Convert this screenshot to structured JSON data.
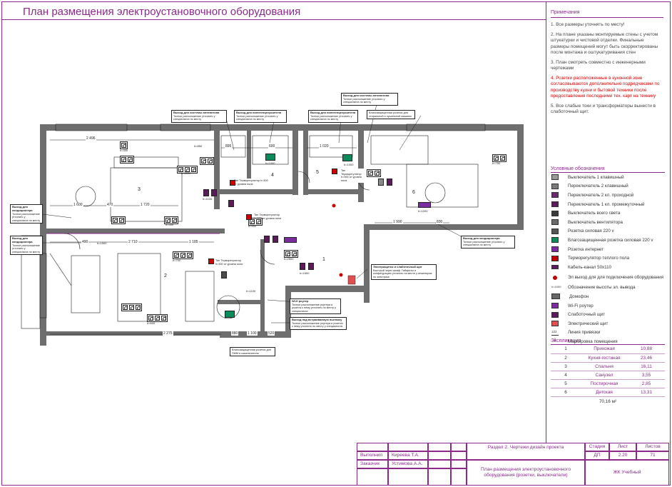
{
  "page": {
    "title": "План размещения электроустановочного оборудования"
  },
  "notes": {
    "heading": "Примечания",
    "items": [
      {
        "text": "1. Все размеры уточнять по месту!",
        "warn": false
      },
      {
        "text": "2. На плане указаны монтируемые стены с учетом штукатурки и чистовой отделки. Финальные размеры помещений могут быть скорректированы после монтажа и оштукатуривания стен",
        "warn": false
      },
      {
        "text": "3. План смотреть совместно с инженерными чертежами",
        "warn": false
      },
      {
        "text": "4. Розетки расположенные в кухонной зоне согласовываются дополнительно подрядчиками по производству кухни и бытовой техники после предоставления последними тех. карт на технику",
        "warn": true
      },
      {
        "text": "5. Все слабые токи и трансформаторы вынести в слаботочный щит.",
        "warn": false
      }
    ]
  },
  "legend": {
    "heading": "Условные обозначения",
    "items": [
      {
        "label": "Выключатель 1 клавишный",
        "icon": "switch-1-icon",
        "color": "#9a9a9a"
      },
      {
        "label": "Переключатель 2 клавишный",
        "icon": "switch-2-icon",
        "color": "#7a7a7a"
      },
      {
        "label": "Переключатель 2 кл. проходной",
        "icon": "passthrough-switch-icon",
        "color": "#6b2a6b"
      },
      {
        "label": "Переключатель 1 кл. промежуточный",
        "icon": "intermediate-switch-icon",
        "color": "#5c1a5c"
      },
      {
        "label": "Выключатель всего света",
        "icon": "master-switch-icon",
        "color": "#3a3a3a"
      },
      {
        "label": "Выключатель вентилятора",
        "icon": "fan-switch-icon",
        "color": "#6a6a6a"
      },
      {
        "label": "Розетка силовая 220 v",
        "icon": "socket-icon",
        "color": "#555555"
      },
      {
        "label": "Влагозащищенная розетка силовая 220 v",
        "icon": "wet-socket-icon",
        "color": "#0b8a5a"
      },
      {
        "label": "Розетка интернет",
        "icon": "internet-socket-icon",
        "color": "#7b2c9e"
      },
      {
        "label": "Терморегулятор теплого пола",
        "icon": "thermostat-icon",
        "color": "#c00000"
      },
      {
        "label": "Кабель-канал 50х110",
        "icon": "cable-channel-icon",
        "color": "#5c1a5c"
      },
      {
        "label": "Эл выход для для подключения оборудования",
        "icon": "power-outlet-point-icon",
        "color": "#c00000"
      },
      {
        "label": "Обозначение высоты эл. вывода",
        "icon": "height-mark-icon",
        "color": "#333333"
      },
      {
        "label": "Домофон",
        "icon": "intercom-icon",
        "color": "#666666"
      },
      {
        "label": "Wi-Fi роутер",
        "icon": "wifi-router-icon",
        "color": "#7b2c9e"
      },
      {
        "label": "Слаботочный щит",
        "icon": "low-voltage-panel-icon",
        "color": "#5c1a5c"
      },
      {
        "label": "Электрический щит",
        "icon": "electrical-panel-icon",
        "color": "#e05050"
      },
      {
        "label": "Линия привязки",
        "icon": "reference-line-icon",
        "color": "#333333"
      },
      {
        "label": "Маркировка помещения",
        "icon": "room-marker-icon",
        "color": "#333333"
      }
    ],
    "height_sample": "h=1000",
    "ref_sample": "122",
    "room_sample": "1"
  },
  "explication": {
    "heading": "Экспликация",
    "rooms": [
      {
        "num": "1",
        "name": "Прихожая",
        "area": "10,88"
      },
      {
        "num": "2",
        "name": "Кухня-гостиная",
        "area": "23,46"
      },
      {
        "num": "3",
        "name": "Спальня",
        "area": "16,11"
      },
      {
        "num": "4",
        "name": "Санузел",
        "area": "3,55"
      },
      {
        "num": "5",
        "name": "Постирочная",
        "area": "2,85"
      },
      {
        "num": "6",
        "name": "Детская",
        "area": "13,31"
      }
    ],
    "total": "70,16 м²"
  },
  "plan": {
    "dims": {
      "d2496": "2 496",
      "d1600": "1 600",
      "d470": "470",
      "d1720": "1 720",
      "d2710": "2 710",
      "d1185": "1 185",
      "d490": "490",
      "d2275": "2 275",
      "d880": "880",
      "d1100": "1 100",
      "d520": "520",
      "d895": "895",
      "d600": "600",
      "d1020": "1 020",
      "d1990": "1 990",
      "d830": "830"
    },
    "rooms": {
      "r1": "1",
      "r2": "2",
      "r3": "3",
      "r4": "4",
      "r5": "5",
      "r6": "6"
    },
    "heights": {
      "h300": "h=300",
      "h1000": "h=1000",
      "h1100": "h=1100",
      "h900": "h=900",
      "h150": "h=150",
      "h700": "h=700",
      "h600": "h=600",
      "h2500": "h=2500",
      "h850": "h=850",
      "h800": "h=800",
      "h750": "h=750",
      "h1500": "h=1500"
    },
    "tags": {
      "ac_system": {
        "title": "Выход для системы антипотопа",
        "body": "Точное расположение уточнить у специалиста по месту"
      },
      "ac_system2": {
        "title": "Выход для системы антипотопа",
        "body": "Точное расположение уточнить у специалиста по месту"
      },
      "towel_rail": {
        "title": "Выход для полотенцесушителя",
        "body": "Точное расположение уточнить у специалиста по месту"
      },
      "towel_rail2": {
        "title": "Выход для полотенцесушителя",
        "body": "Точное расположение уточнить у специалиста по месту"
      },
      "wet_socket_dryer": {
        "title": "",
        "body": "Влагозащищенная розетка для стиральной и сушильной машины"
      },
      "ac_bed": {
        "title": "Выход для кондиционера",
        "body": "Точное расположение уточнить у специалиста по месту"
      },
      "ac_living": {
        "title": "Выход для кондиционера",
        "body": "Точное расположение уточнить у специалиста по месту"
      },
      "ac_kids": {
        "title": "Выход для кондиционера",
        "body": "Точное расположение уточнить у специалиста по месту"
      },
      "panel": {
        "title": "Электрощиток и слаботочный щит",
        "body": "Быстрый через шкаф. Габариты и конфигурацию уточнить на месте у инженеров по электрике"
      },
      "wifi": {
        "title": "Wi-fi роутер",
        "body": "Точное расположение роутера и розеток к нему уточнить по месту у специалиста"
      },
      "cooktop": {
        "title": "Выход под встраиваемую вытяжку",
        "body": "Точное расположение роутера и розеток к нему уточнить по месту у специалиста"
      },
      "wet_kitchen": {
        "title": "",
        "body": "Влагозащищенная розетка для ПММ и измельчителя"
      },
      "thermo1": {
        "title": "",
        "body": "Тип Терморегулятор h=300 от уровня пола"
      },
      "thermo2": {
        "title": "",
        "body": "Тип Терморегулятор h=900 от уровня пола"
      },
      "thermo3": {
        "title": "",
        "body": "Тип Терморегулятор h=300 от уровня пола"
      },
      "thermo4": {
        "title": "",
        "body": "Тип Терморегулятор h=900 от уровня пола"
      }
    }
  },
  "title_block": {
    "section": "Раздел 2. Чертежи дизайн проекта",
    "sheet_title": "План размещения электроустановочного оборудования (розетки, выключатели)",
    "stage_label": "Стадия",
    "sheet_label": "Лист",
    "sheets_label": "Листов",
    "stage": "ДП",
    "sheet": "2.20",
    "sheets": "71",
    "performer_label": "Выполнил",
    "performer": "Киреева Т.А.",
    "client_label": "Заказчик",
    "client": "Устимова А.А.",
    "project": "ЖК Учебный"
  },
  "colors": {
    "accent": "#8b2a8b",
    "wall": "#6e6e6e",
    "warn": "#dd0000"
  }
}
